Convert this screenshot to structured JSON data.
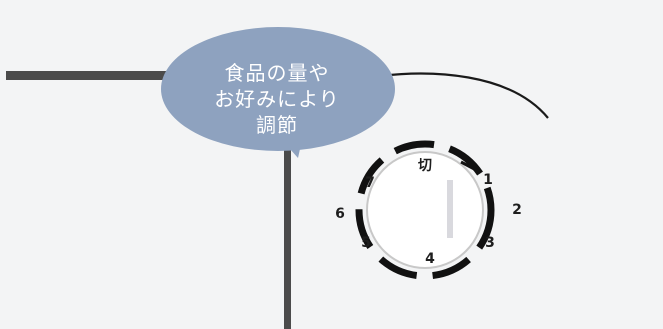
{
  "callout": {
    "lines": [
      "食品の量や",
      "お好みにより",
      "調節"
    ],
    "color": "#8ea2bf"
  },
  "dial": {
    "off_label": "切",
    "numbers": [
      "1",
      "2",
      "3",
      "4",
      "5",
      "6",
      "7"
    ],
    "ring_color": "#111111",
    "knob_color": "#ffffff"
  }
}
